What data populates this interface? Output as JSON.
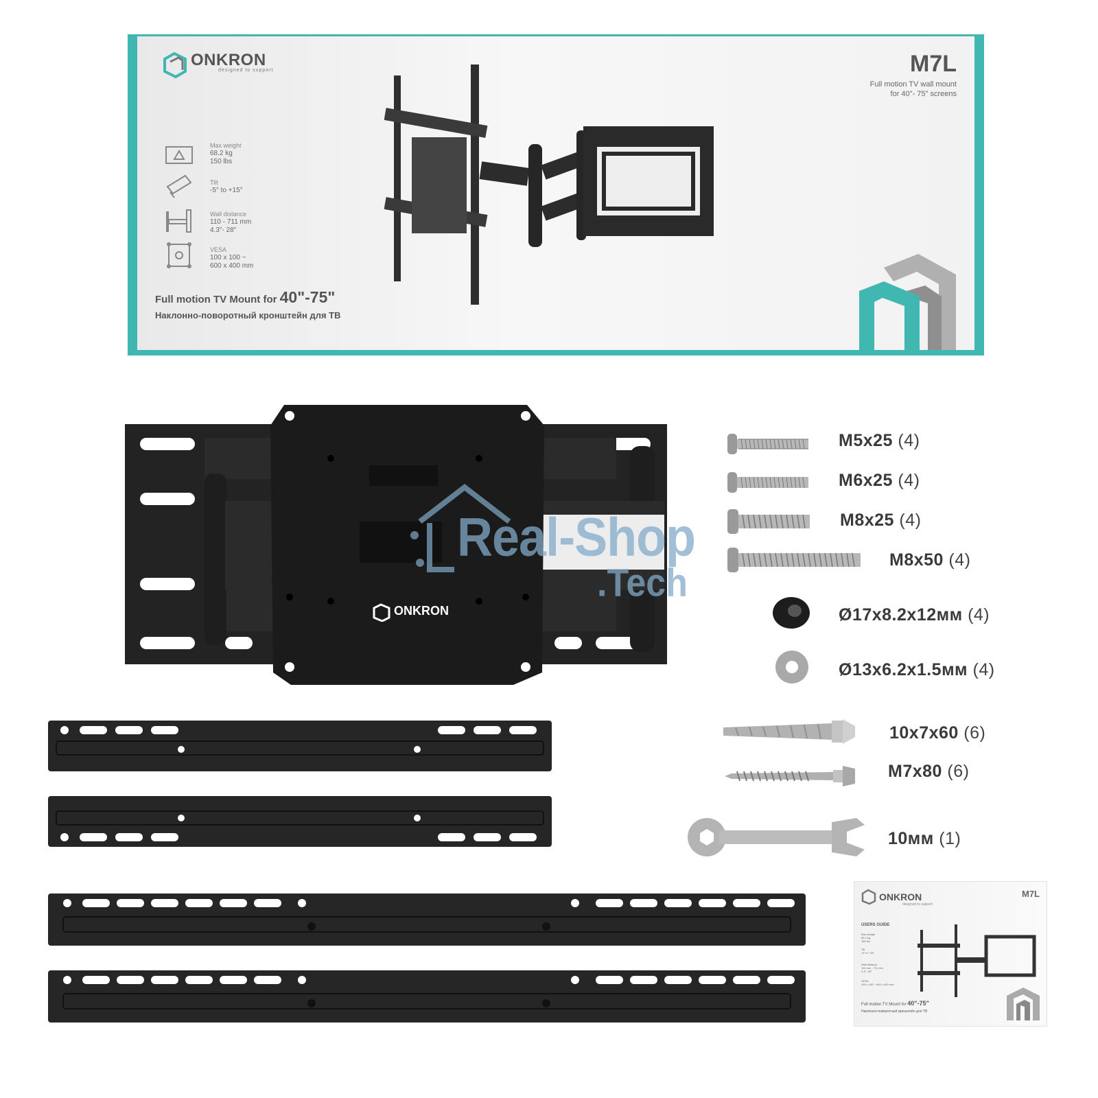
{
  "banner": {
    "brand": "ONKRON",
    "brand_tagline": "designed to support",
    "model": "M7L",
    "model_subtitle_line1": "Full motion TV wall mount",
    "model_subtitle_line2": "for 40\"- 75\" screens",
    "specs": [
      {
        "icon": "weight-icon",
        "label": "Max weight",
        "line1": "68.2 kg",
        "line2": "150 lbs"
      },
      {
        "icon": "tilt-icon",
        "label": "Tilt",
        "line1": "-5° to +15°",
        "line2": ""
      },
      {
        "icon": "wall-distance-icon",
        "label": "Wall distance",
        "line1": "110 - 711 mm",
        "line2": "4.3\"- 28\""
      },
      {
        "icon": "vesa-icon",
        "label": "VESA",
        "line1": "100 x 100 ~",
        "line2": "600 x 400 mm"
      }
    ],
    "mount_title": "Full motion TV Mount for",
    "mount_size": "40\"-75\"",
    "mount_title_ru": "Наклонно-поворотный кронштейн для ТВ",
    "accent_color": "#41b7b2"
  },
  "mount_plate": {
    "brand": "ONKRON"
  },
  "watermark": {
    "line1": "Real-Shop",
    "line2": ".Tech"
  },
  "hardware": [
    {
      "icon": "bolt-m5-icon",
      "name": "M5x25",
      "qty": "(4)"
    },
    {
      "icon": "bolt-m6-icon",
      "name": "M6x25",
      "qty": "(4)"
    },
    {
      "icon": "bolt-m8-short-icon",
      "name": "M8x25",
      "qty": "(4)"
    },
    {
      "icon": "bolt-m8-long-icon",
      "name": "M8x50",
      "qty": "(4)"
    },
    {
      "icon": "spacer-icon",
      "name": "Ø17x8.2x12мм",
      "qty": "(4)"
    },
    {
      "icon": "washer-icon",
      "name": "Ø13x6.2x1.5мм",
      "qty": "(4)"
    },
    {
      "icon": "wall-anchor-icon",
      "name": "10x7x60",
      "qty": "(6)"
    },
    {
      "icon": "lag-screw-icon",
      "name": "M7x80",
      "qty": "(6)"
    },
    {
      "icon": "wrench-icon",
      "name": "10мм",
      "qty": "(1)"
    }
  ],
  "guide": {
    "brand": "ONKRON",
    "tagline": "designed to support",
    "model": "M7L",
    "heading": "USERS GUIDE",
    "title": "Full motion TV Mount for",
    "size": "40\"-75\"",
    "title_ru": "Наклонно-поворотный кронштейн для ТВ",
    "specs": [
      {
        "line1": "Max weight",
        "line2": "68.2 kg",
        "line3": "150 lbs"
      },
      {
        "line1": "Tilt",
        "line2": "-5° to +15°",
        "line3": ""
      },
      {
        "line1": "Wall distance",
        "line2": "110 mm - 711 mm",
        "line3": "4.3\"- 28\""
      },
      {
        "line1": "VESA",
        "line2": "100 x 100 ~ 600 x 400 mm",
        "line3": ""
      }
    ]
  }
}
